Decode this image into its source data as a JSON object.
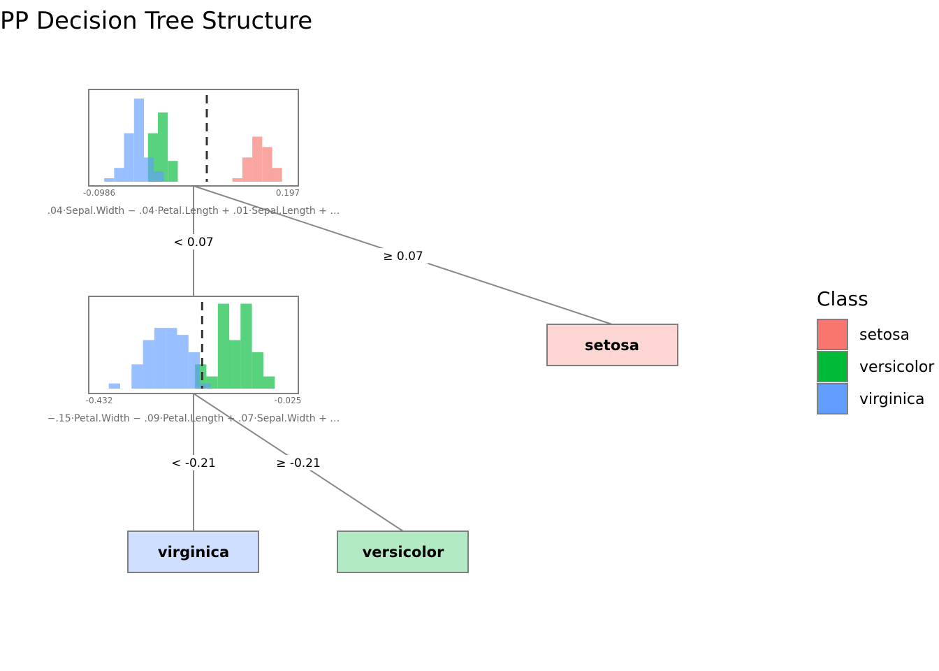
{
  "title": "PP Decision Tree Structure",
  "colors": {
    "setosa": "#F8766D",
    "versicolor": "#00BA38",
    "virginica": "#619CFF"
  },
  "legend": {
    "title": "Class",
    "items": [
      {
        "label": "setosa",
        "color": "#F8766D"
      },
      {
        "label": "versicolor",
        "color": "#00BA38"
      },
      {
        "label": "virginica",
        "color": "#619CFF"
      }
    ]
  },
  "nodes": [
    {
      "projection": ".04·Sepal.Width − .04·Petal.Length + .01·Sepal.Length + …",
      "min_label": "-0.0986",
      "max_label": "0.197",
      "range": [
        -0.0986,
        0.197
      ],
      "cutoff": 0.07,
      "left_label": "< 0.07",
      "right_label": "≥ 0.07",
      "histograms": {
        "setosa": [
          [
            0.1101,
            0.1257,
            0.04
          ],
          [
            0.1257,
            0.1413,
            0.28
          ],
          [
            0.1413,
            0.1569,
            0.52
          ],
          [
            0.1569,
            0.1724,
            0.4
          ],
          [
            0.1724,
            0.188,
            0.16
          ]
        ],
        "versicolor": [
          [
            -0.0222,
            -0.0066,
            0.56
          ],
          [
            -0.0066,
            0.009,
            0.8
          ],
          [
            0.009,
            0.0246,
            0.24
          ]
        ],
        "virginica": [
          [
            -0.0908,
            -0.0752,
            0.04
          ],
          [
            -0.0752,
            -0.0597,
            0.16
          ],
          [
            -0.0597,
            -0.0441,
            0.56
          ],
          [
            -0.0441,
            -0.0285,
            0.96
          ],
          [
            -0.0285,
            -0.0129,
            0.28
          ],
          [
            -0.0129,
            0.0027,
            0.12
          ]
        ]
      }
    },
    {
      "projection": "−.15·Petal.Width − .09·Petal.Length + .07·Sepal.Width + …",
      "min_label": "-0.432",
      "max_label": "-0.025",
      "range": [
        -0.432,
        -0.025
      ],
      "cutoff": -0.21,
      "left_label": "< -0.21",
      "right_label": "≥ -0.21",
      "histograms": {
        "versicolor": [
          [
            -0.2253,
            -0.2007,
            0.28
          ],
          [
            -0.2007,
            -0.1761,
            0.14
          ],
          [
            -0.1761,
            -0.1516,
            0.98
          ],
          [
            -0.1516,
            -0.127,
            0.56
          ],
          [
            -0.127,
            -0.1024,
            0.98
          ],
          [
            -0.1024,
            -0.0778,
            0.42
          ],
          [
            -0.0778,
            -0.0532,
            0.14
          ]
        ],
        "virginica": [
          [
            -0.4114,
            -0.3868,
            0.06
          ],
          [
            -0.3622,
            -0.3377,
            0.28
          ],
          [
            -0.3377,
            -0.3131,
            0.56
          ],
          [
            -0.3131,
            -0.2885,
            0.7
          ],
          [
            -0.2885,
            -0.2639,
            0.7
          ],
          [
            -0.2639,
            -0.2393,
            0.62
          ],
          [
            -0.2393,
            -0.2147,
            0.42
          ],
          [
            -0.2147,
            -0.1909,
            0.06
          ]
        ]
      }
    }
  ],
  "leaves": [
    {
      "label": "setosa",
      "fill": "#FDD5D3"
    },
    {
      "label": "virginica",
      "fill": "#CFDFFF"
    },
    {
      "label": "versicolor",
      "fill": "#B2EAC3"
    }
  ]
}
